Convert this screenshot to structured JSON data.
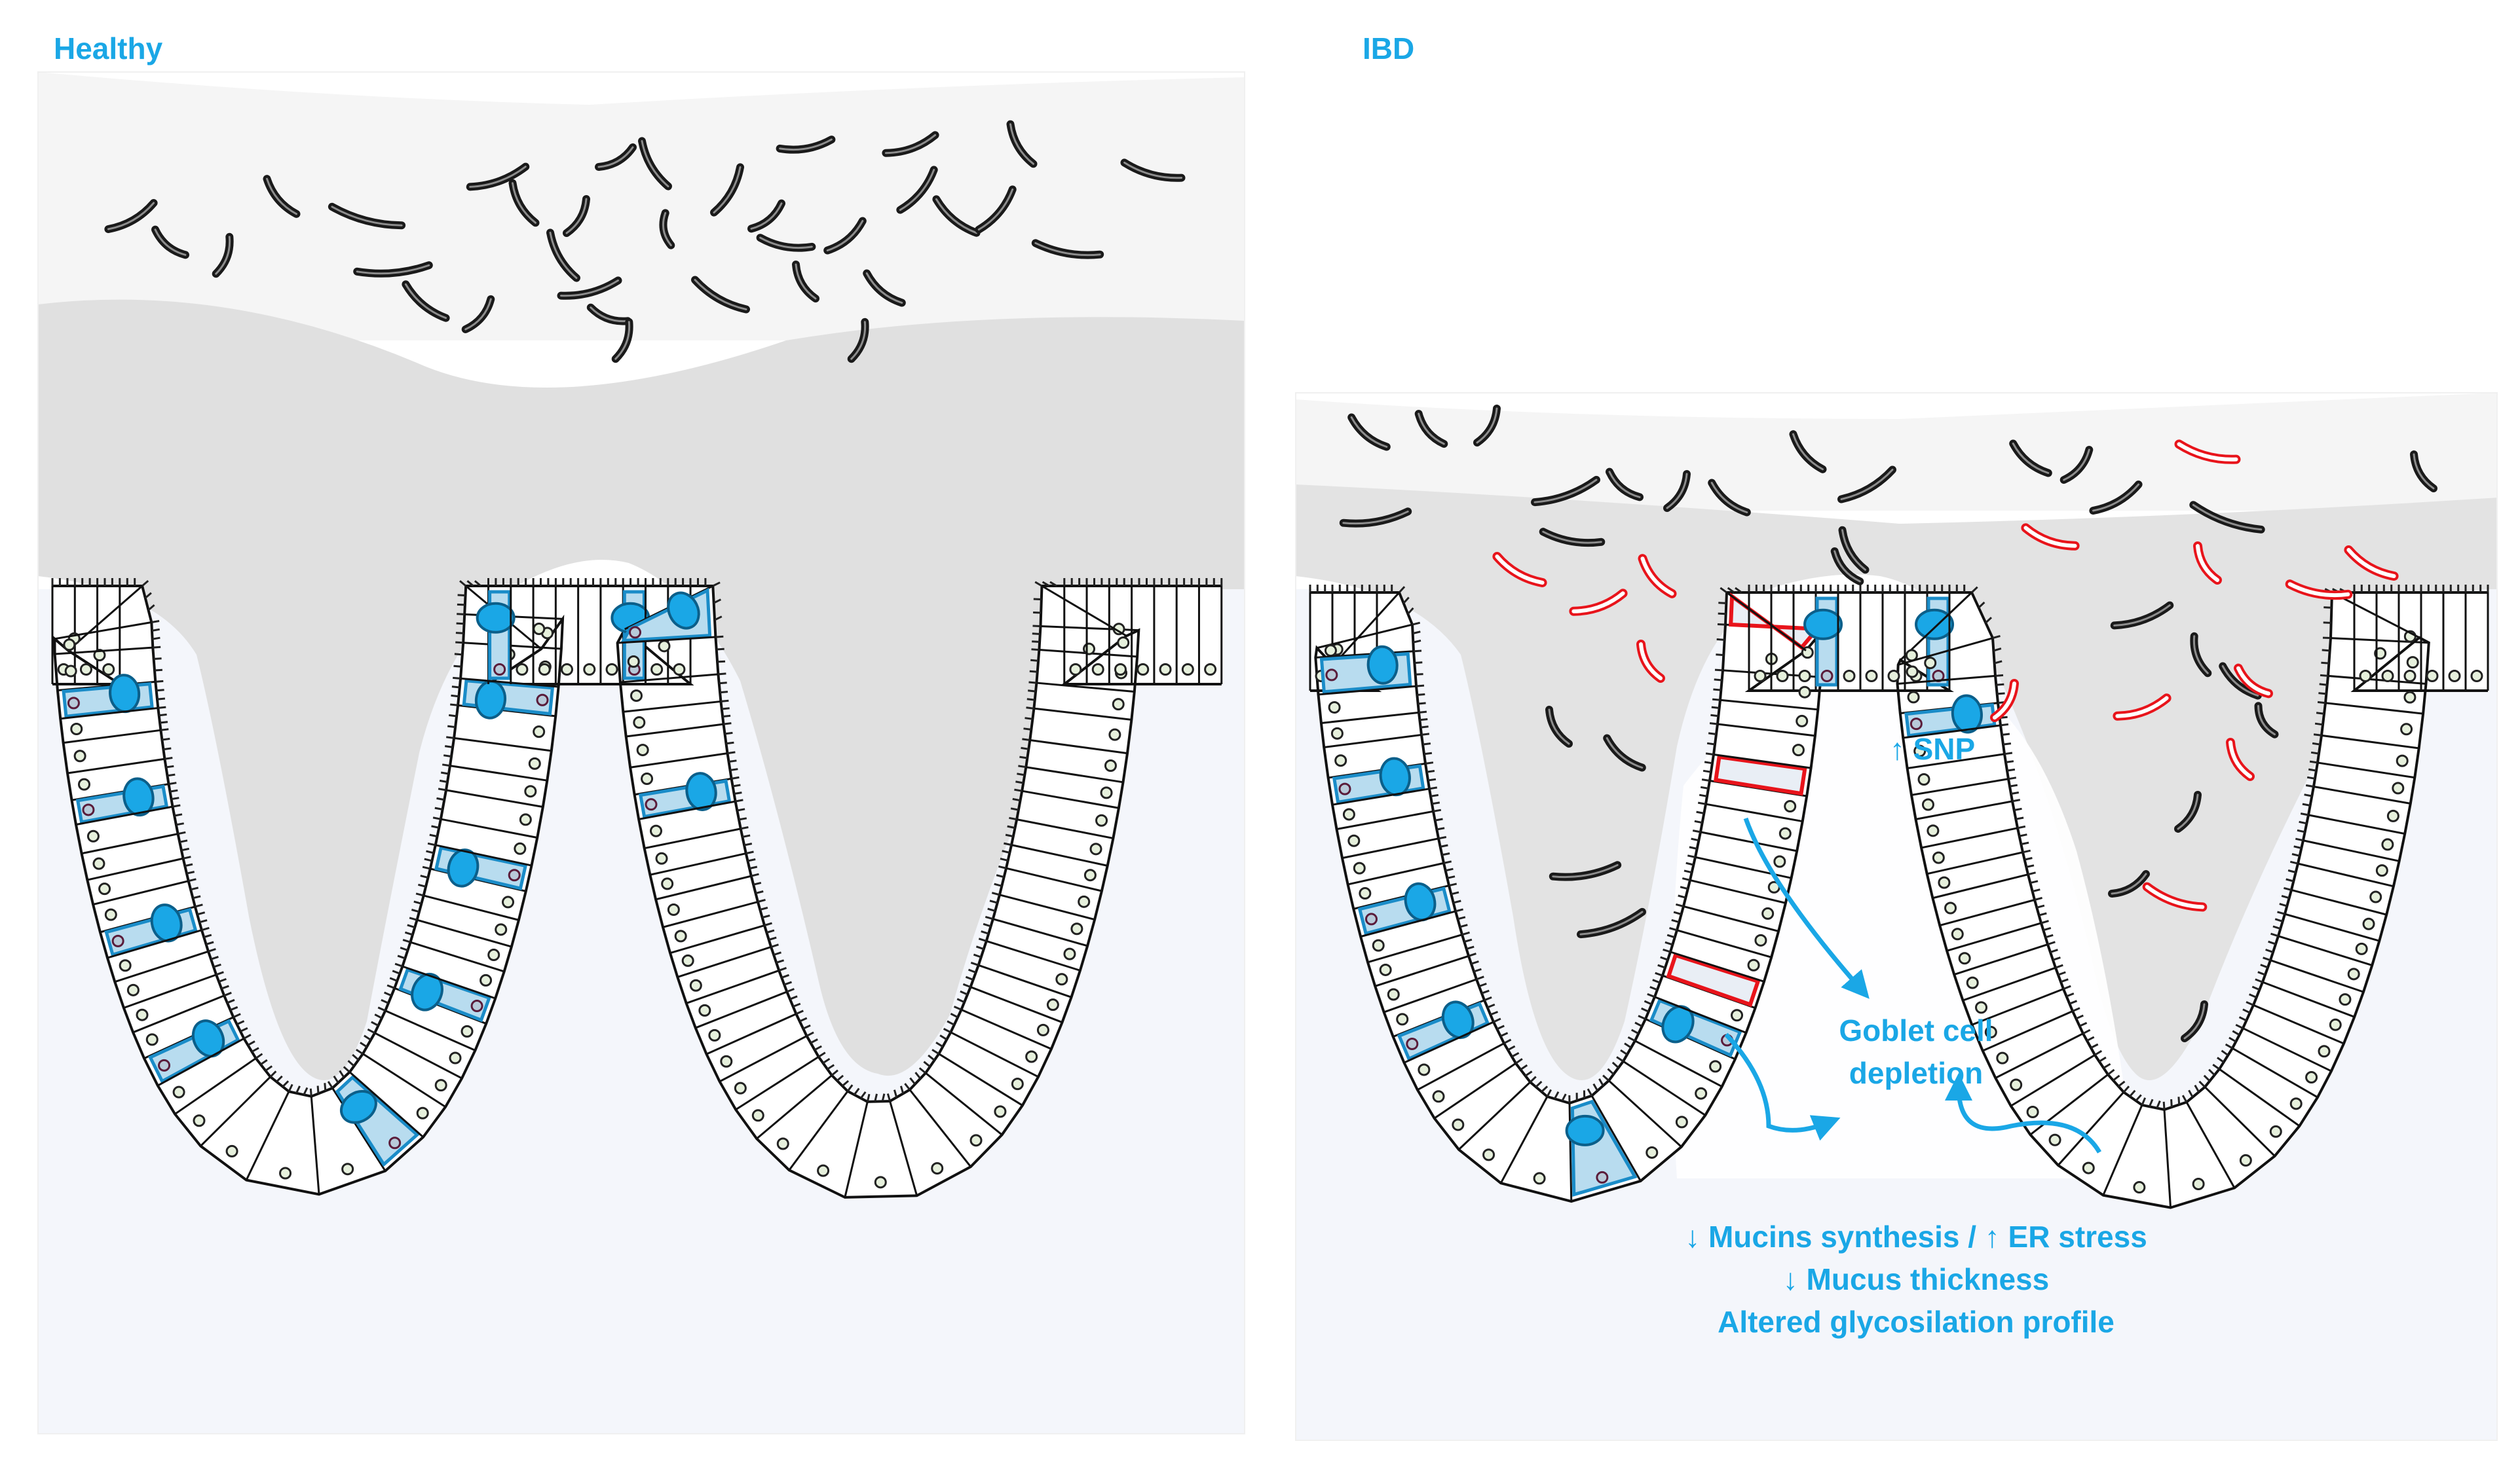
{
  "colors": {
    "accent": "#1aa7e6",
    "goblet_fill": "#b8dcef",
    "goblet_stroke": "#1a8cc8",
    "mucus_loose": "#f5f5f5",
    "mucus_dense": "#e0e0e0",
    "tissue": "#f4f6fb",
    "nucleus_green": "#e6f0dc",
    "nucleus_goblet": "#b8cad9",
    "bacteria_commensal": "#1a1a1a",
    "bacteria_pathogenic": "#e8141b"
  },
  "panels": {
    "healthy": {
      "title": "Healthy"
    },
    "ibd": {
      "title": "IBD"
    }
  },
  "annotations": {
    "snp": "↑ SNP",
    "goblet_line1": "Goblet cell",
    "goblet_line2": "depletion",
    "bottom_line1": "↓ Mucins synthesis / ↑ ER stress",
    "bottom_line2": "↓ Mucus thickness",
    "bottom_line3": "Altered glycosilation profile"
  },
  "icons": {
    "bacterium": "curved-rod-bacterium-icon",
    "arrow": "curved-arrow-icon"
  }
}
